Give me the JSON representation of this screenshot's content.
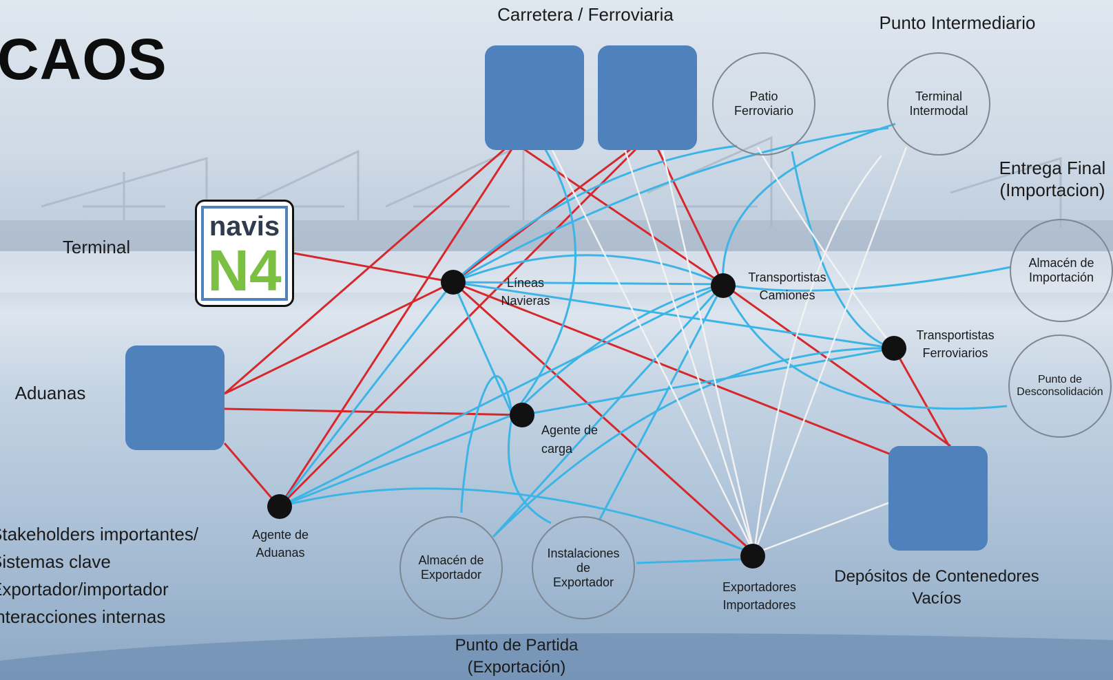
{
  "title": "CAOS",
  "colors": {
    "node_fill": "#4f81bd",
    "link_red": "#d6282c",
    "link_blue": "#3cb4e6",
    "link_white": "#f2f2f2"
  },
  "logo": {
    "word": "navis",
    "mark": "N4"
  },
  "labels": {
    "carretera": "Carretera / Ferroviaria",
    "punto_intermediario": "Punto Intermediario",
    "entrega_final_l1": "Entrega Final",
    "entrega_final_l2": "(Importacion)",
    "terminal": "Terminal",
    "aduanas": "Aduanas",
    "lineas_l1": "Líneas",
    "lineas_l2": "Navieras",
    "transp_camiones_l1": "Transportistas",
    "transp_camiones_l2": "Camiones",
    "transp_ferro_l1": "Transportistas",
    "transp_ferro_l2": "Ferroviarios",
    "agente_carga_l1": "Agente de",
    "agente_carga_l2": "carga",
    "agente_aduanas_l1": "Agente de",
    "agente_aduanas_l2": "Aduanas",
    "exportadores_l1": "Exportadores",
    "exportadores_l2": "Importadores",
    "depositos_l1": "Depósitos de Contenedores",
    "depositos_l2": "Vacíos",
    "punto_partida_l1": "Punto de Partida",
    "punto_partida_l2": "(Exportación)"
  },
  "circles": {
    "patio": "Patio\nFerroviario",
    "terminal_intermodal": "Terminal\nIntermodal",
    "almacen_importacion": "Almacén de\nImportación",
    "punto_desconsolidacion": "Punto de\nDesconsolidación",
    "almacen_exportador": "Almacén de\nExportador",
    "instalaciones_exportador": "Instalaciones\nde\nExportador"
  },
  "legend": [
    "Stakeholders importantes/",
    "Sistemas clave",
    "Exportador/importador",
    "Interacciones internas"
  ]
}
